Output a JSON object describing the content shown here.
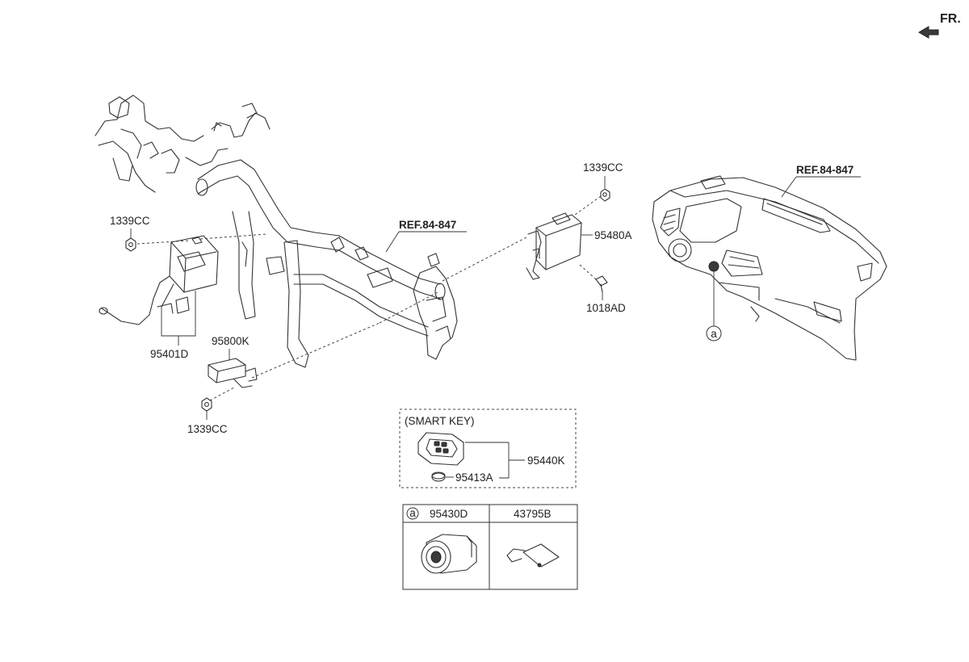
{
  "diagram": {
    "direction_label": "FR.",
    "ref_labels": [
      "REF.84-847",
      "REF.84-847"
    ],
    "part_labels": {
      "nut_upper_right": "1339CC",
      "nut_left": "1339CC",
      "nut_lower": "1339CC",
      "module_right": "95480A",
      "screw": "1018AD",
      "module_left": "95401D",
      "module_small": "95800K",
      "smart_key": "95440K",
      "battery": "95413A"
    },
    "callout_letter": "a",
    "smart_key_box": {
      "title": "(SMART KEY)"
    },
    "parts_table": {
      "header_letter": "a",
      "col1": "95430D",
      "col2": "43795B"
    }
  }
}
